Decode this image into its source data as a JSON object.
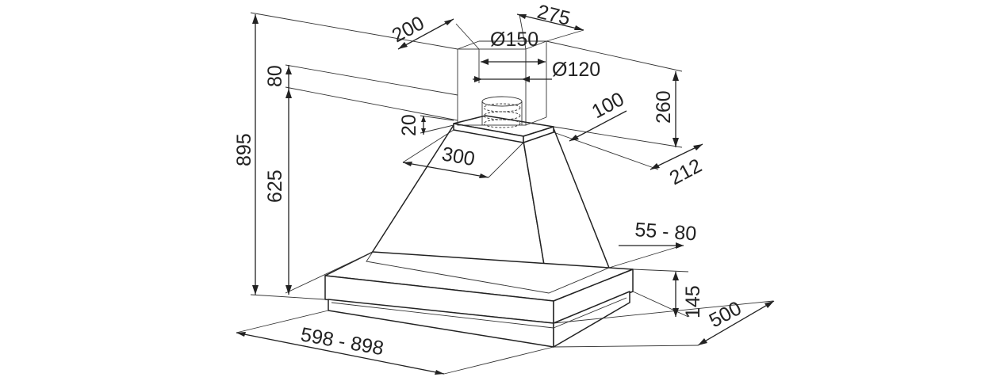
{
  "diagram": {
    "labels": {
      "d200": "200",
      "d275": "275",
      "d150": "Ø150",
      "d120": "Ø120",
      "d80": "80",
      "d260": "260",
      "d100": "100",
      "d20": "20",
      "d300": "300",
      "d212": "212",
      "d895": "895",
      "d625": "625",
      "d55_80": "55 - 80",
      "d145": "145",
      "d500": "500",
      "d598_898": "598 - 898"
    },
    "colors": {
      "line": "#222222",
      "background": "#ffffff"
    }
  }
}
